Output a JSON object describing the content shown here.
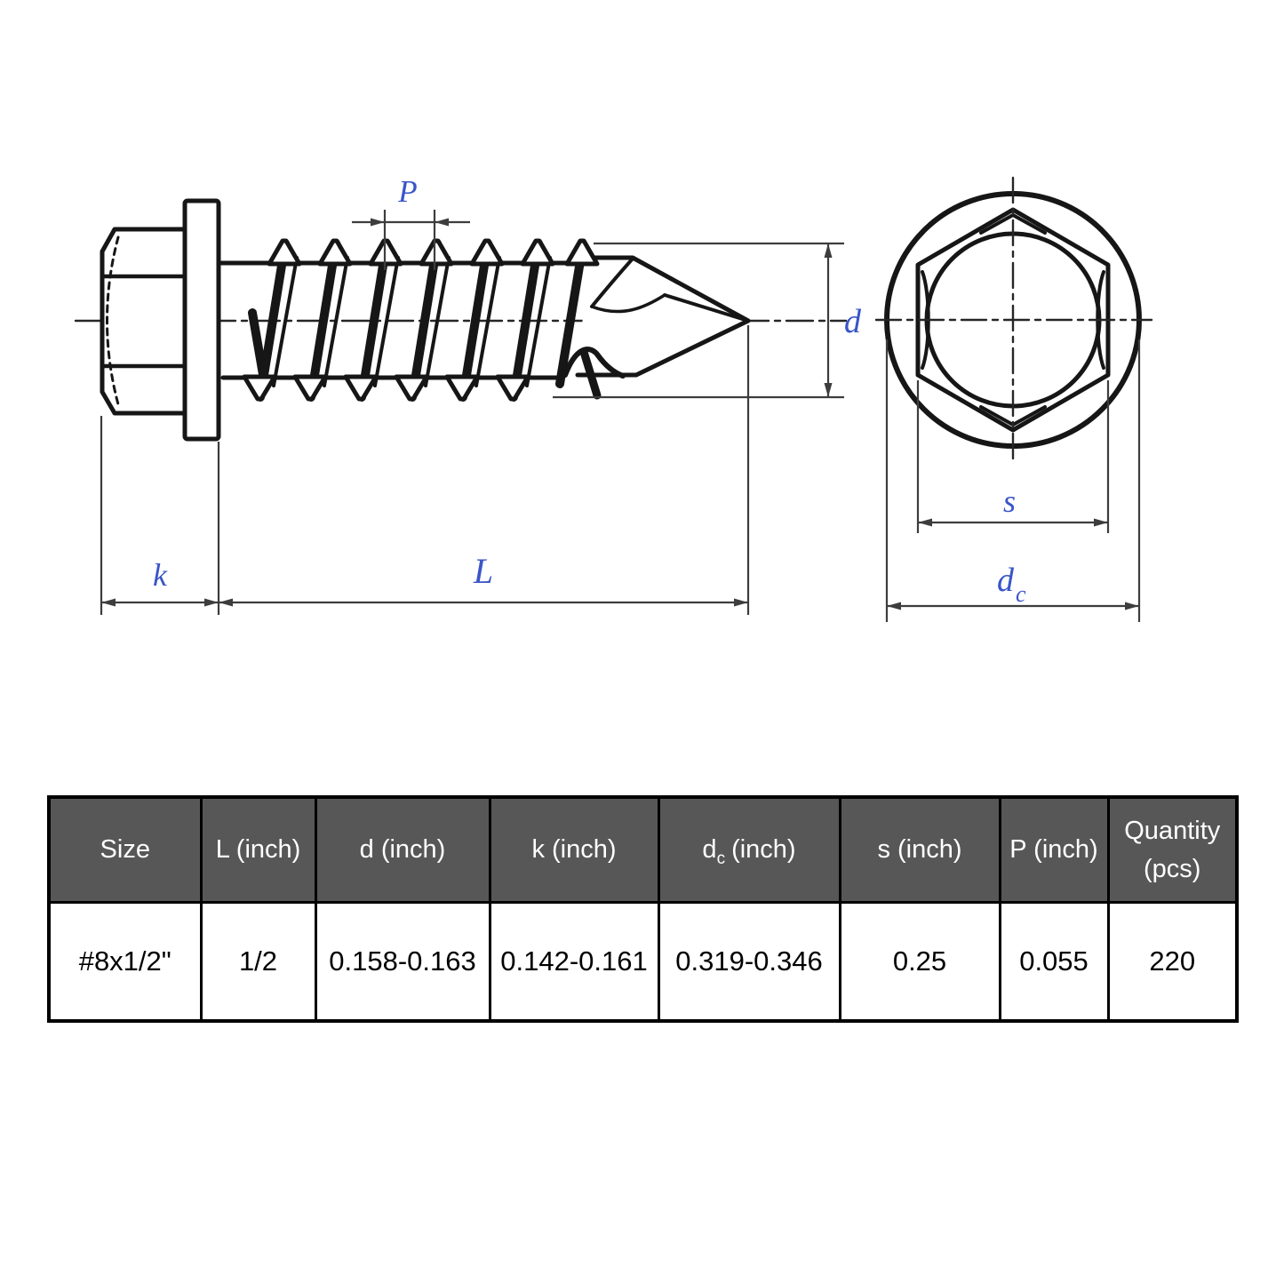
{
  "drawing": {
    "dimension_labels": {
      "pitch": "P",
      "thread_diameter": "d",
      "head_height": "k",
      "length": "L",
      "across_flats": "s",
      "flange_diameter_main": "d",
      "flange_diameter_sub": "c"
    },
    "colors": {
      "label": "#3a55c8",
      "line": "#161616",
      "dim_line": "#3d3d3d"
    }
  },
  "table": {
    "colors": {
      "header_bg": "#575757",
      "header_text": "#ffffff",
      "border": "#000000",
      "cell_text": "#000000"
    },
    "headers": {
      "size": "Size",
      "length": "L (inch)",
      "diameter": "d (inch)",
      "head_height": "k (inch)",
      "flange_main": "d",
      "flange_sub": "c",
      "flange_rest": "(inch)",
      "across_flats": "s (inch)",
      "pitch": "P (inch)",
      "quantity_line1": "Quantity",
      "quantity_line2": "(pcs)"
    },
    "row": {
      "size": "#8x1/2\"",
      "length": "1/2",
      "diameter": "0.158-0.163",
      "head_height": "0.142-0.161",
      "flange": "0.319-0.346",
      "across_flats": "0.25",
      "pitch": "0.055",
      "quantity": "220"
    }
  }
}
